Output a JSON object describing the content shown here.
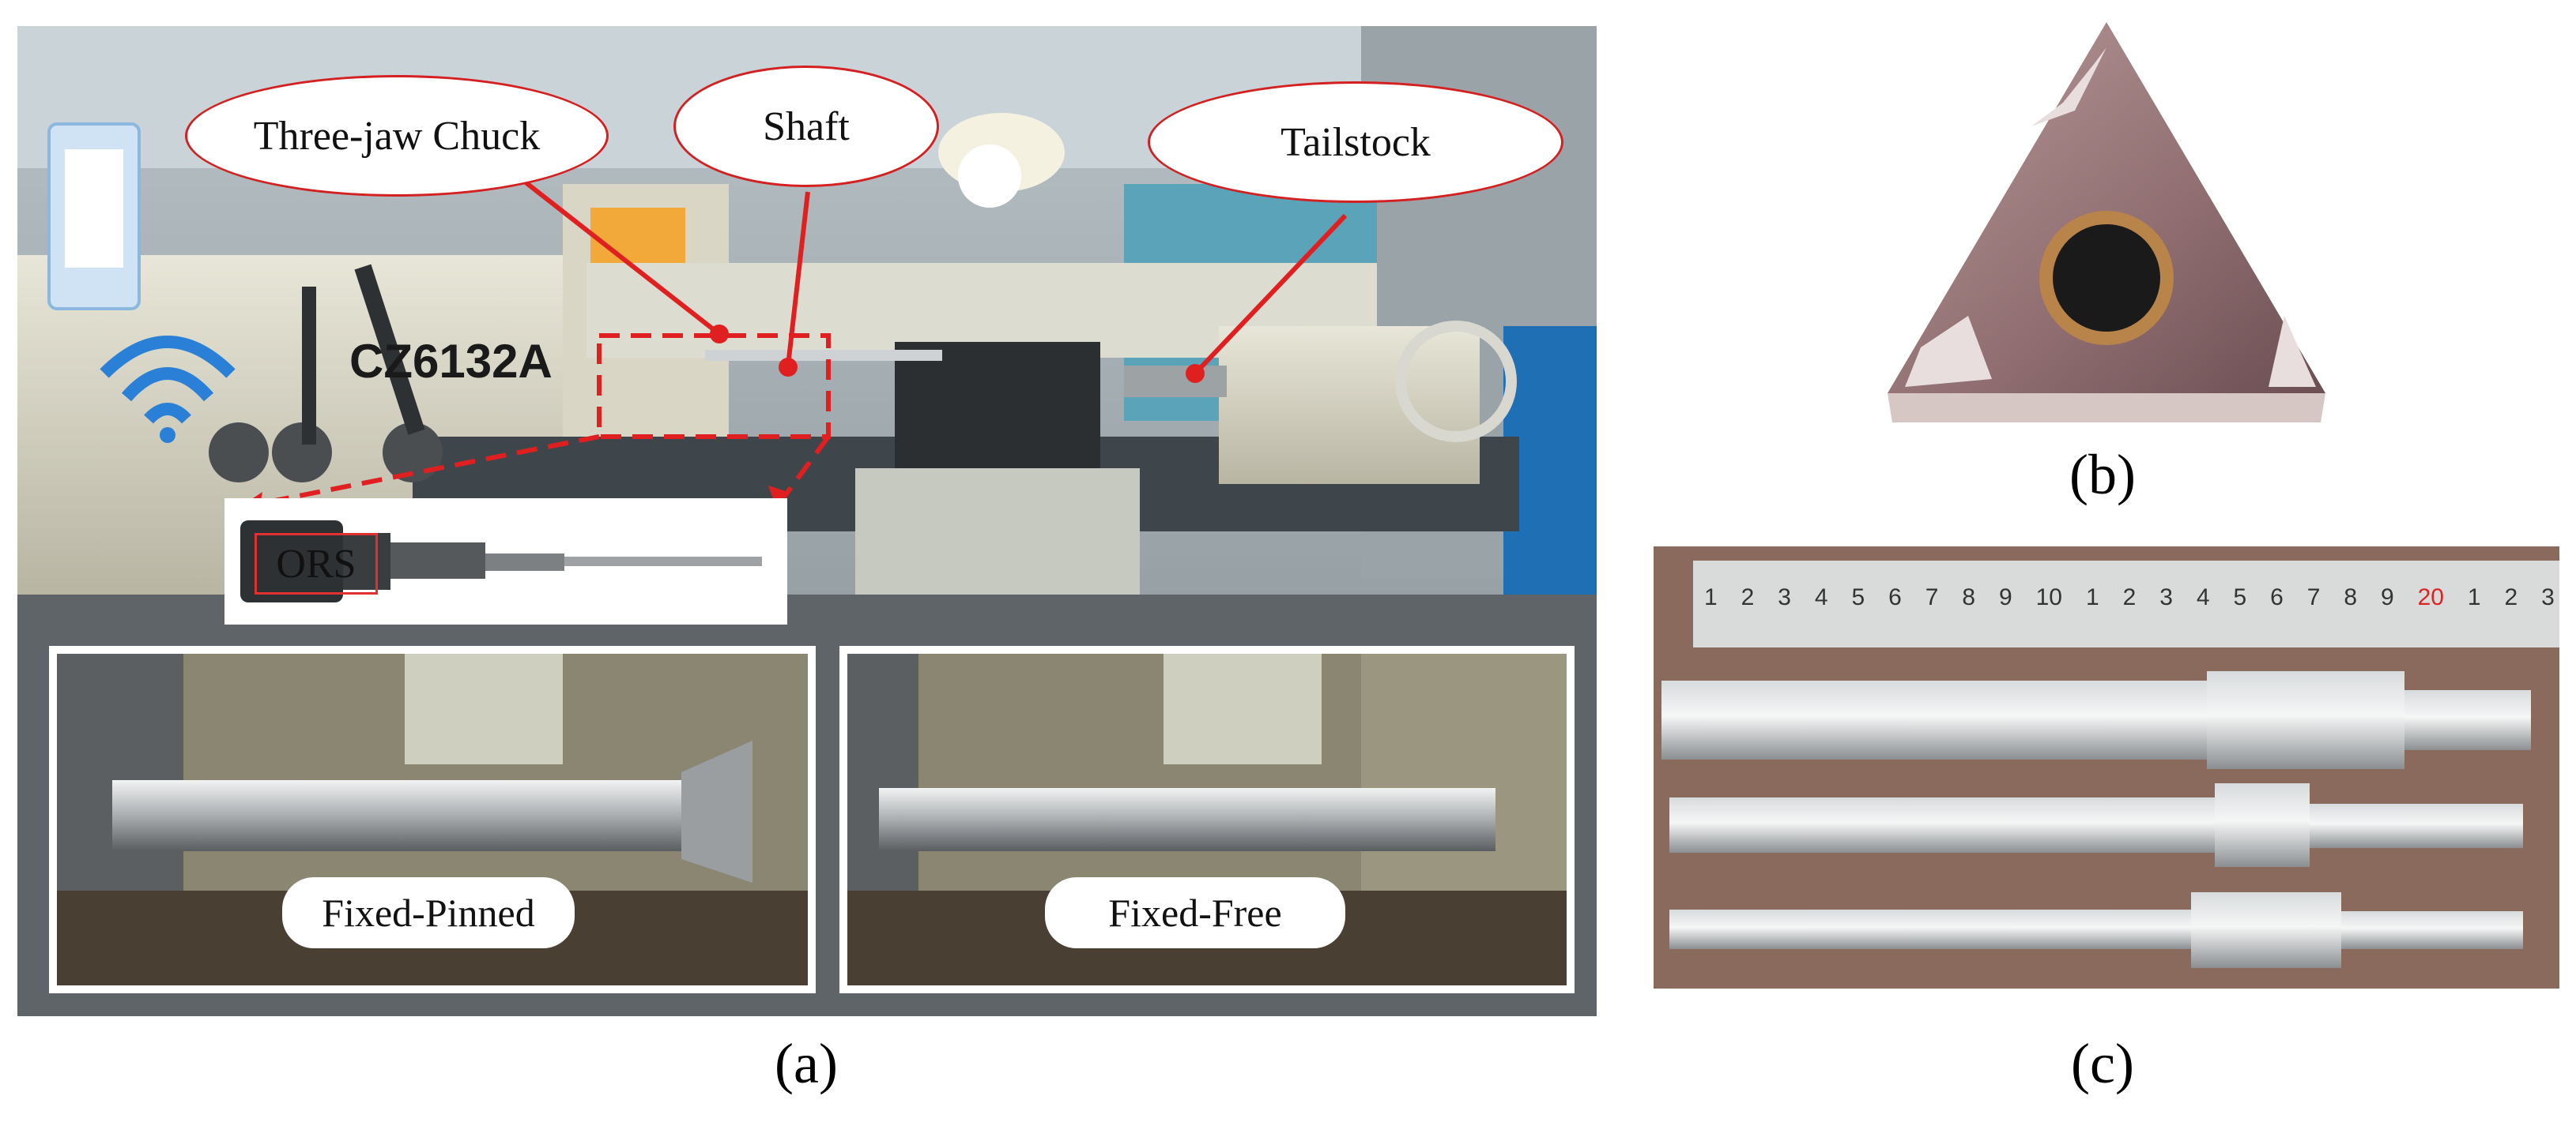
{
  "panel_a": {
    "callouts": {
      "chuck": "Three-jaw Chuck",
      "shaft": "Shaft",
      "tailstock": "Tailstock"
    },
    "machine_plate": "CZ6132A",
    "sensor_label": "ORS",
    "insets": {
      "left": "Fixed-Pinned",
      "right": "Fixed-Free"
    },
    "caption": "(a)"
  },
  "panel_b": {
    "caption": "(b)"
  },
  "panel_c": {
    "ruler_numbers": [
      "1",
      "2",
      "3",
      "4",
      "5",
      "6",
      "7",
      "8",
      "9",
      "10",
      "1",
      "2",
      "3",
      "4",
      "5",
      "6",
      "7",
      "8",
      "9",
      "20",
      "1",
      "2",
      "3"
    ],
    "caption": "(c)"
  },
  "colors": {
    "annotation_red": "#e02020",
    "wifi_blue": "#2a7fd6"
  }
}
